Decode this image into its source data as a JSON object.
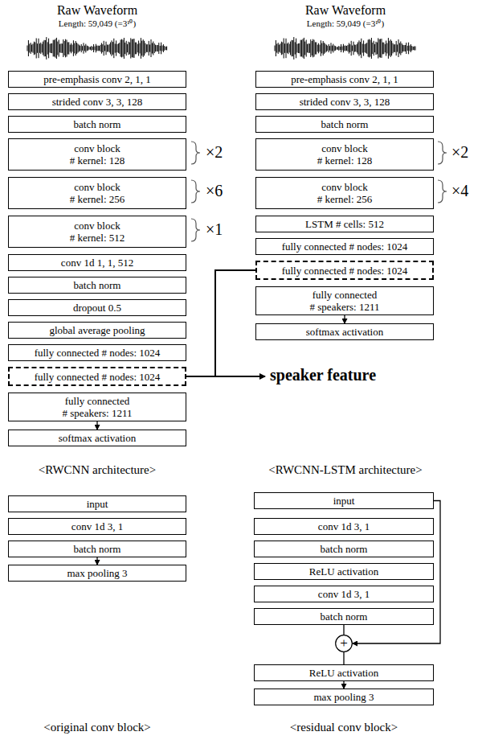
{
  "diagram": {
    "nodes": [
      {
        "text": [
          "pre-emphasis conv 2, 1, 1"
        ]
      },
      {
        "text": [
          "strided conv 3, 3, 128"
        ]
      },
      {
        "text": [
          "batch norm"
        ]
      },
      {
        "text": [
          "conv block",
          "# kernel: 128"
        ]
      },
      {
        "text": [
          "conv block",
          "# kernel: 256"
        ]
      },
      {
        "text": [
          "conv block",
          "# kernel: 512"
        ]
      },
      {
        "text": [
          "conv 1d 1, 1, 512"
        ]
      },
      {
        "text": [
          "batch norm"
        ]
      },
      {
        "text": [
          "dropout 0.5"
        ]
      },
      {
        "text": [
          "global average pooling"
        ]
      },
      {
        "text": [
          "fully connected # nodes: 1024"
        ]
      },
      {
        "text": [
          "fully connected # nodes: 1024"
        ]
      },
      {
        "text": [
          "fully connected",
          "# speakers: 1211"
        ]
      },
      {
        "text": [
          "softmax activation"
        ]
      },
      {
        "text": [
          "pre-emphasis conv 2, 1, 1"
        ]
      },
      {
        "text": [
          "strided conv 3, 3, 128"
        ]
      },
      {
        "text": [
          "batch norm"
        ]
      },
      {
        "text": [
          "conv block",
          "# kernel: 128"
        ]
      },
      {
        "text": [
          "conv block",
          "# kernel: 256"
        ]
      },
      {
        "text": [
          "LSTM # cells: 512"
        ]
      },
      {
        "text": [
          "fully connected # nodes: 1024"
        ]
      },
      {
        "text": [
          "fully connected # nodes: 1024"
        ]
      },
      {
        "text": [
          "fully connected",
          "# speakers: 1211"
        ]
      },
      {
        "text": [
          "softmax activation"
        ]
      },
      {
        "text": [
          "input"
        ]
      },
      {
        "text": [
          "conv 1d 3, 1"
        ]
      },
      {
        "text": [
          "batch norm"
        ]
      },
      {
        "text": [
          "max pooling 3"
        ]
      },
      {
        "text": [
          "input"
        ]
      },
      {
        "text": [
          "conv 1d 3, 1"
        ]
      },
      {
        "text": [
          "batch norm"
        ]
      },
      {
        "text": [
          "ReLU activation"
        ]
      },
      {
        "text": [
          "conv 1d 3, 1"
        ]
      },
      {
        "text": [
          "batch norm"
        ]
      },
      {
        "text": [
          "+"
        ]
      },
      {
        "text": [
          "ReLU activation"
        ]
      },
      {
        "text": [
          "max pooling 3"
        ]
      }
    ],
    "edges": [
      {
        "from": 12,
        "to": 13,
        "arrow": "to"
      },
      {
        "from": 22,
        "to": 23,
        "arrow": "to"
      },
      {
        "from": 26,
        "to": 27,
        "arrow": "to"
      },
      {
        "from": 35,
        "to": 36,
        "arrow": "to"
      },
      {
        "from": 11,
        "to": 21,
        "arrow": "none"
      },
      {
        "from": 33,
        "to": 34,
        "arrow": "none"
      },
      {
        "from": 34,
        "to": 35,
        "arrow": "none"
      },
      {
        "from": 28,
        "to": 34,
        "arrow": "to"
      }
    ],
    "labels": [
      "Raw Waveform",
      "Length: 59,049 (=3¹⁰)",
      "Raw Waveform",
      "Length: 59,049 (=3¹⁰)",
      "×2",
      "×6",
      "×1",
      "×2",
      "×4",
      "speaker feature",
      "<RWCNN architecture>",
      "<RWCNN-LSTM architecture>",
      "<original conv block>",
      "<residual conv block>"
    ]
  }
}
